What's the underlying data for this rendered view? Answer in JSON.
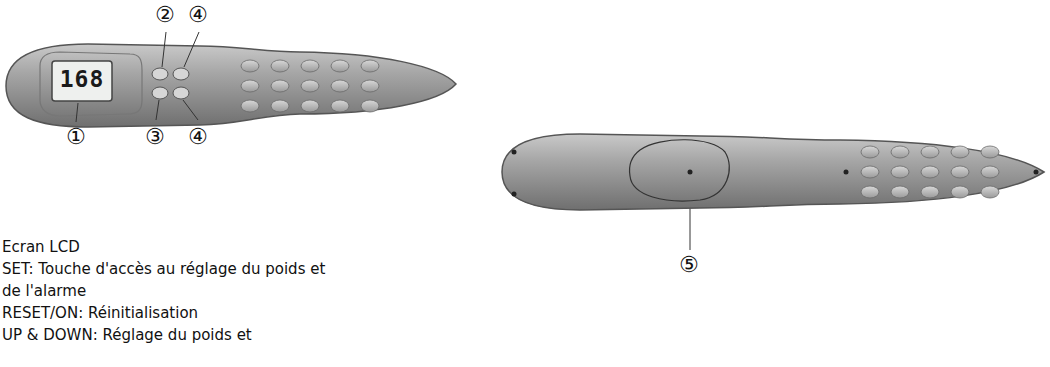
{
  "diagram": {
    "labels": [
      "168",
      "②",
      "④",
      "①",
      "③",
      "④",
      "⑤",
      "Ecran LCD",
      "SET: Touche d'accès au réglage du poids et de l'alarme",
      "RESET/ON: Réinitialisation",
      "UP & DOWN: Réglage du poids et"
    ]
  }
}
